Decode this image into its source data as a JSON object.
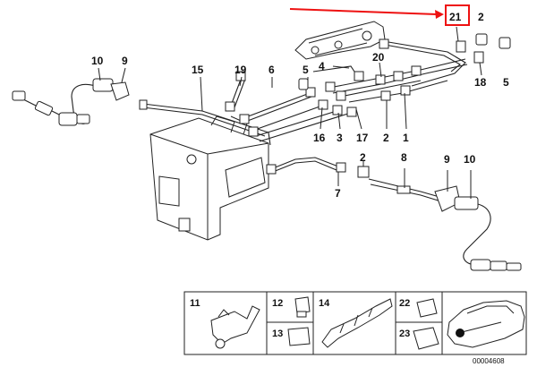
{
  "diagram": {
    "labels": [
      {
        "id": "21",
        "text": "21"
      },
      {
        "id": "2a",
        "text": "2"
      },
      {
        "id": "10a",
        "text": "10"
      },
      {
        "id": "9a",
        "text": "9"
      },
      {
        "id": "15",
        "text": "15"
      },
      {
        "id": "19",
        "text": "19"
      },
      {
        "id": "6",
        "text": "6"
      },
      {
        "id": "5a",
        "text": "5"
      },
      {
        "id": "4",
        "text": "4"
      },
      {
        "id": "20",
        "text": "20"
      },
      {
        "id": "18",
        "text": "18"
      },
      {
        "id": "5b",
        "text": "5"
      },
      {
        "id": "16",
        "text": "16"
      },
      {
        "id": "3",
        "text": "3"
      },
      {
        "id": "17",
        "text": "17"
      },
      {
        "id": "2b",
        "text": "2"
      },
      {
        "id": "1",
        "text": "1"
      },
      {
        "id": "2c",
        "text": "2"
      },
      {
        "id": "8",
        "text": "8"
      },
      {
        "id": "9b",
        "text": "9"
      },
      {
        "id": "10b",
        "text": "10"
      },
      {
        "id": "7",
        "text": "7"
      },
      {
        "id": "11",
        "text": "11"
      },
      {
        "id": "12",
        "text": "12"
      },
      {
        "id": "13",
        "text": "13"
      },
      {
        "id": "14",
        "text": "14"
      },
      {
        "id": "22",
        "text": "22"
      },
      {
        "id": "23",
        "text": "23"
      }
    ],
    "highlighted_label": "21",
    "accent_color": "#e11111",
    "reference_number": "00004608"
  }
}
